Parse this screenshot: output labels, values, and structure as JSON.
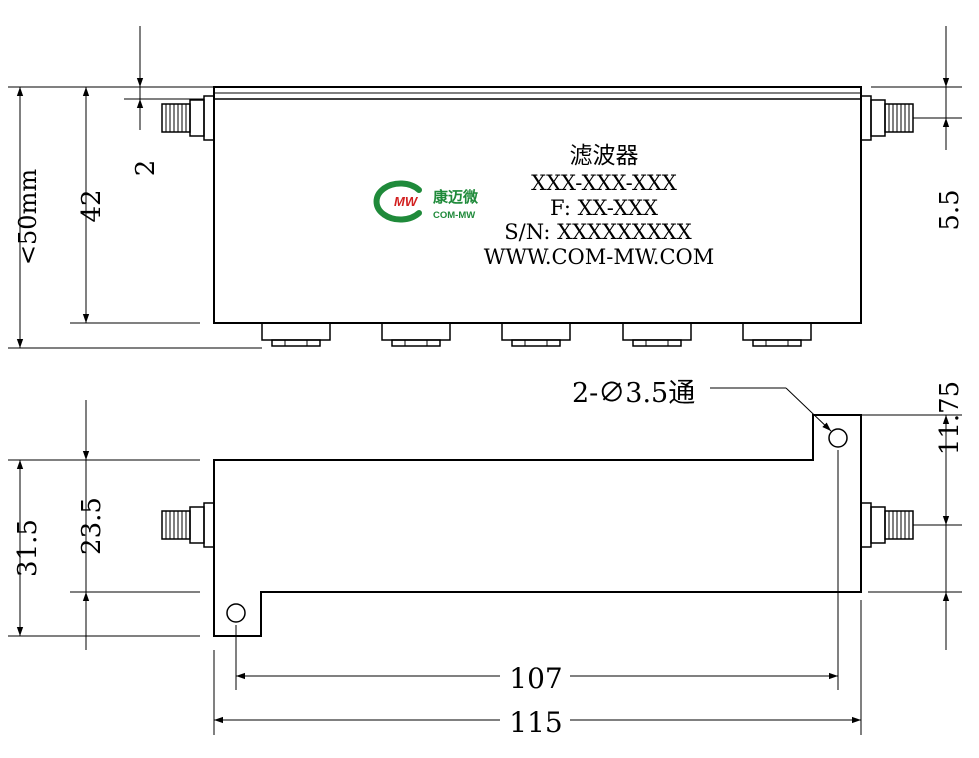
{
  "label": {
    "line1": "滤波器",
    "line2": "XXX-XXX-XXX",
    "line3": "F: XX-XXX",
    "line4": "S/N: XXXXXXXXX",
    "line5": "WWW.COM-MW.COM"
  },
  "logo": {
    "chinese": "康迈微",
    "english": "COM-MW",
    "mark_text": "MW",
    "brand_color": "#1f8a3a",
    "accent_color": "#d22020"
  },
  "dimensions": {
    "top_gap": "2",
    "overall_height": "<50mm",
    "body_height": "42",
    "connector_offset": "5.5",
    "hole_spec": "2-∅3.5通",
    "hole_offset": "11.75",
    "outer_height": "31.5",
    "inner_height": "23.5",
    "hole_spacing": "107",
    "overall_length": "115"
  }
}
